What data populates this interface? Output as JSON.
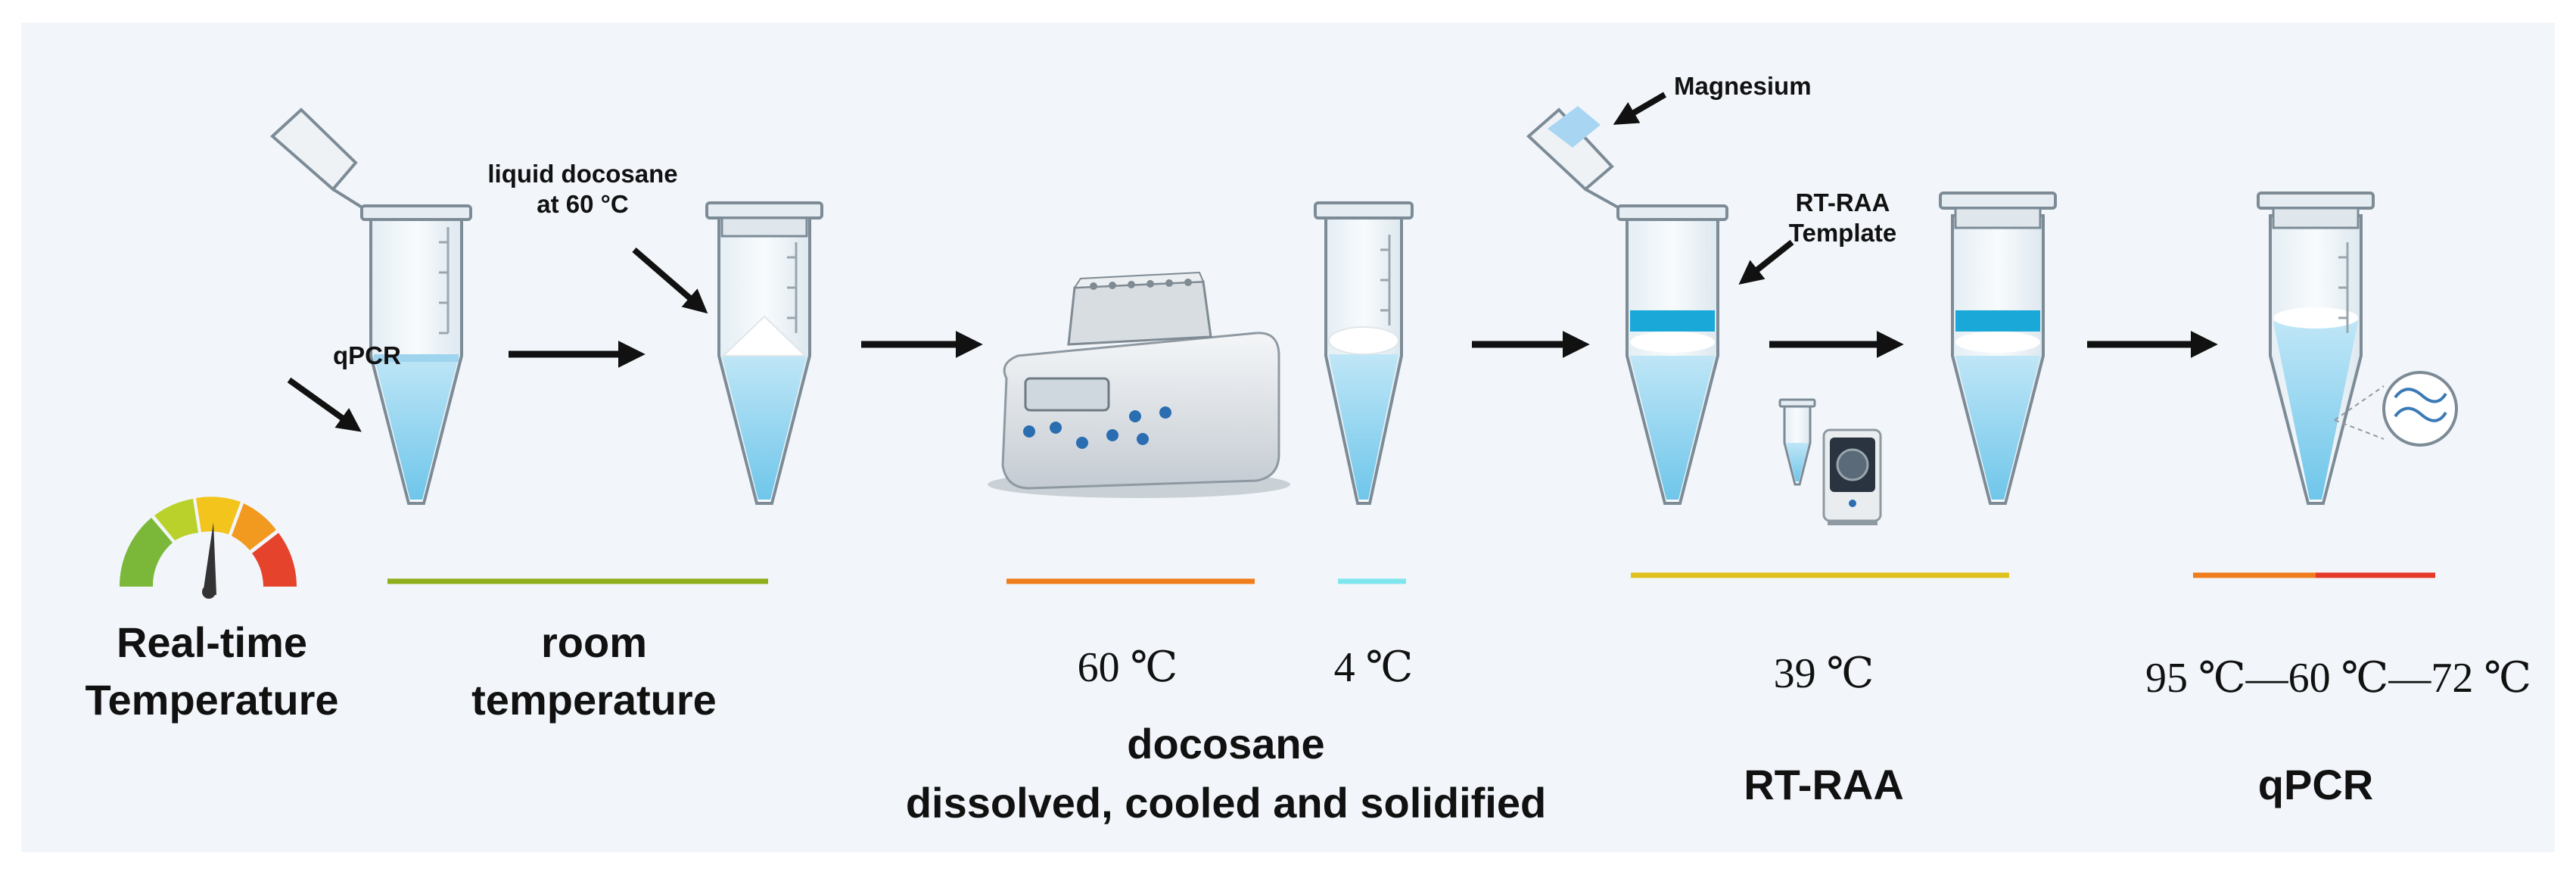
{
  "callouts": {
    "qpcr": "qPCR",
    "liquid_docosane_line1": "liquid docosane",
    "liquid_docosane_line2": "at 60 °C",
    "magnesium": "Magnesium",
    "rt_raa_line1": "RT-RAA",
    "rt_raa_line2": "Template"
  },
  "legend": {
    "line1": "Real-time",
    "line2": "Temperature"
  },
  "stages": {
    "room_line1": "room",
    "room_line2": "temperature",
    "temp_60": "60 ℃",
    "temp_4": "4 ℃",
    "docosane_line1": "docosane",
    "docosane_line2": "dissolved, cooled and solidified",
    "temp_39": "39 ℃",
    "rt_raa": "RT-RAA",
    "temp_cycle": "95 ℃—60 ℃—72 ℃",
    "qpcr": "qPCR"
  },
  "colors": {
    "room_bar": "#8fae1b",
    "bar_60": "#f07d1c",
    "bar_4": "#7fe6ee",
    "bar_39": "#e0c21e",
    "bar_95": "#e53a2a",
    "liquid": "#a9dcf2",
    "rt_raa_band": "#1aa8d8",
    "gauge_green": "#7bb83a",
    "gauge_yellow": "#f3c41c",
    "gauge_orange": "#f29a1f",
    "gauge_red": "#e5432c"
  }
}
